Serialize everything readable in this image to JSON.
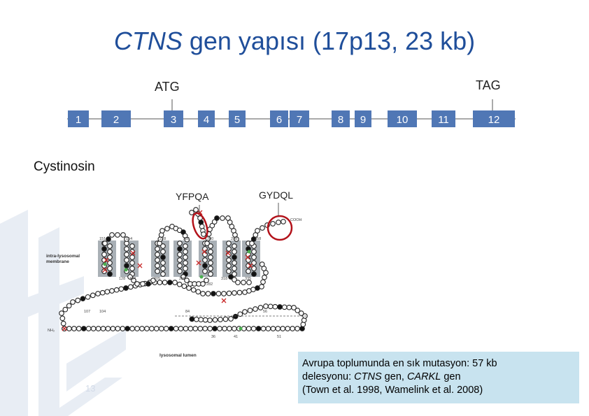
{
  "title": {
    "gene": "CTNS",
    "rest": " gen yapısı (17p13, 23 kb)"
  },
  "codons": {
    "start": "ATG",
    "stop": "TAG"
  },
  "exons": [
    "1",
    "2",
    "3",
    "4",
    "5",
    "6",
    "7",
    "8",
    "9",
    "10",
    "11",
    "12"
  ],
  "protein": {
    "heading": "Cystinosin",
    "motif_left": "YFPQA",
    "motif_right": "GYDQL",
    "membrane_label_1": "intra-lysosomal",
    "membrane_label_2": "membrane",
    "lumen_label": "lysosomal lumen",
    "cooh": "COOH",
    "nh2": "NH₂",
    "residues": [
      "151",
      "154",
      "228",
      "235",
      "298",
      "358",
      "128",
      "134",
      "205",
      "258",
      "280",
      "282",
      "318",
      "335",
      "107",
      "104",
      "84",
      "56",
      "36",
      "41",
      "51"
    ]
  },
  "note": {
    "line1": "Avrupa toplumunda en sık mutasyon:  57 kb",
    "line2_prefix": "delesyonu: ",
    "line2_gene1": "CTNS",
    "line2_mid": " gen, ",
    "line2_gene2": "CARKL",
    "line2_suffix": " gen",
    "line3": "(Town et al. 1998, Wamelink et al. 2008)"
  },
  "page_number": "13",
  "colors": {
    "title": "#1f4e9a",
    "exon": "#5077b5",
    "highlight": "#b3121a",
    "note_bg": "#c8e3ef"
  }
}
